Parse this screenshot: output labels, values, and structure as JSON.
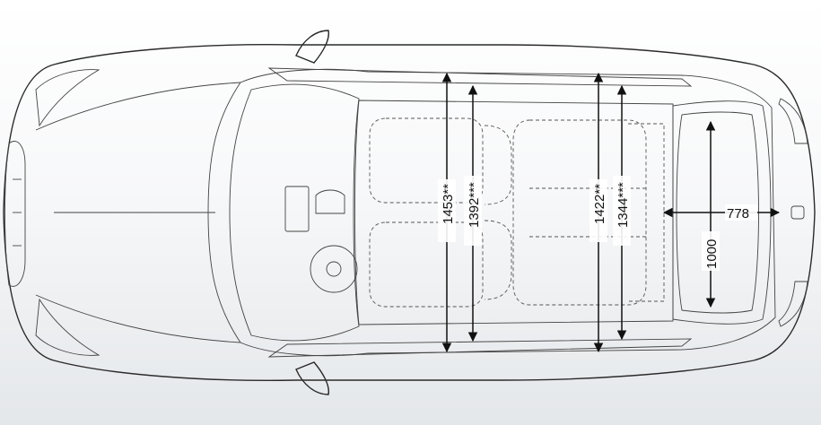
{
  "dimensions": {
    "front_shoulder_width": "1453**",
    "front_width_alt": "1392***",
    "rear_shoulder_width": "1422**",
    "rear_width_alt": "1344***",
    "cargo_length": "778",
    "cargo_width": "1000"
  }
}
